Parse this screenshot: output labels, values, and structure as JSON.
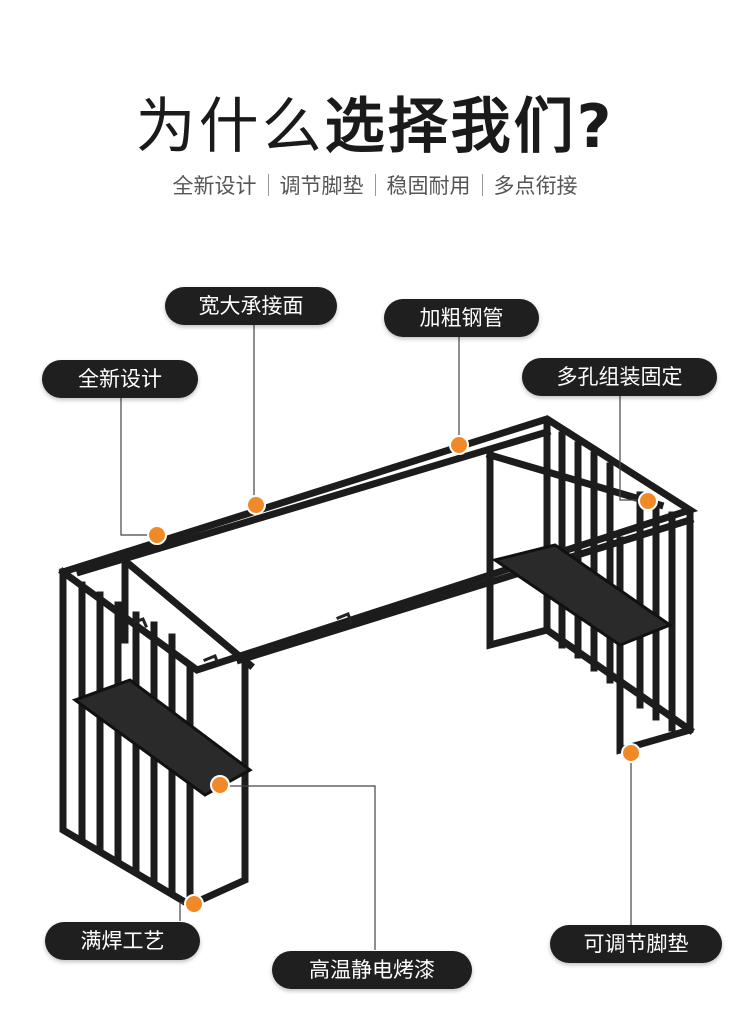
{
  "heading": {
    "part1": "为什么",
    "part2": "选择我们?"
  },
  "features": [
    "全新设计",
    "调节脚垫",
    "稳固耐用",
    "多点衔接"
  ],
  "callouts": {
    "wide_surface": "宽大承接面",
    "thick_steel": "加粗钢管",
    "new_design": "全新设计",
    "multi_hole": "多孔组装固定",
    "full_weld": "满焊工艺",
    "electrostatic_paint": "高温静电烤漆",
    "adjustable_feet": "可调节脚垫"
  },
  "colors": {
    "marker": "#f08a28",
    "pill": "#1f1f1f",
    "frame": "#1c1c1c"
  }
}
